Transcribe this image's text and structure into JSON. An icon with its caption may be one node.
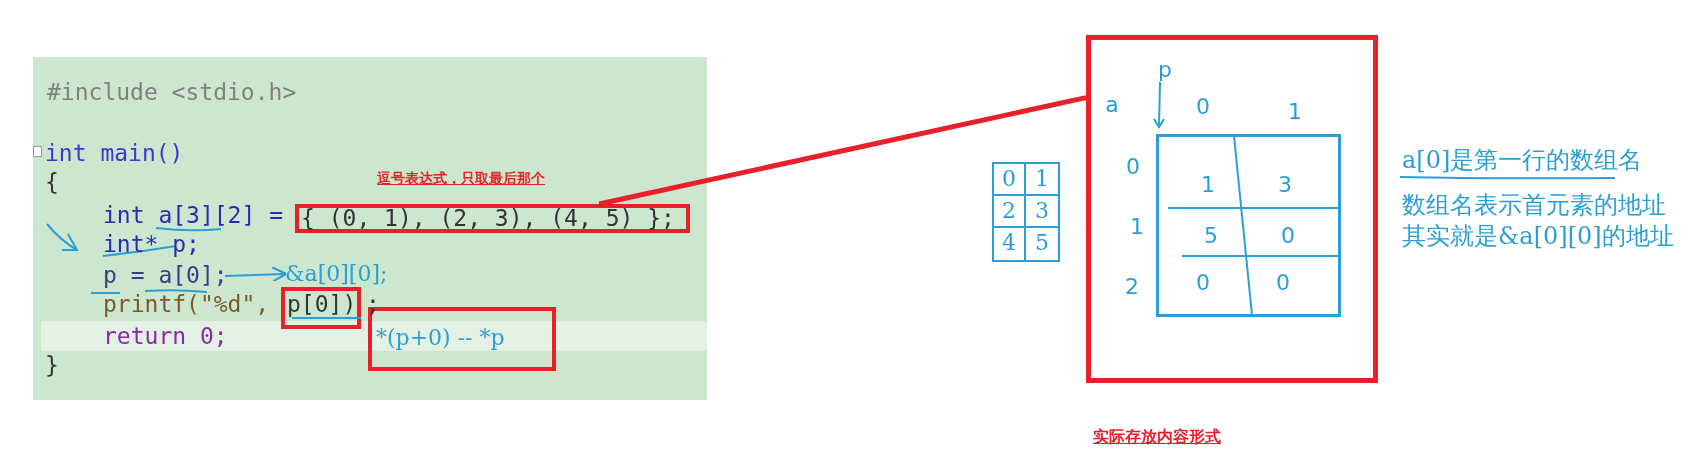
{
  "diagram": {
    "nodes": [
      {
        "text": [
          "#include <stdio.h>",
          "int main()",
          "{",
          "int a[3][2] =",
          "int* p;",
          "p = a[0];",
          "printf(\"%d\",",
          ";",
          "return 0;",
          "}"
        ]
      },
      {
        "text": [
          "{ (0, 1), (2, 3), (4, 5) };"
        ],
        "in": 0
      },
      {
        "text": [
          "p[0])"
        ],
        "in": 0
      },
      {
        "text": [
          "*(p+0) -- *p"
        ],
        "in": 0
      },
      {
        "text": [
          "逗号表达式，只取最后那个"
        ],
        "in": 0
      },
      {
        "text": [
          "&a[0][0];"
        ],
        "in": 0
      },
      {
        "text": [
          "0",
          "1",
          "2",
          "3",
          "4",
          "5"
        ]
      },
      {
        "text": [
          "p",
          "a",
          "0",
          "1",
          "0",
          "1",
          "2"
        ],
        "beside": [
          "实际存放内容形式"
        ]
      },
      {
        "text": [
          "1",
          "3",
          "5",
          "0",
          "0",
          "0"
        ],
        "in": 7
      }
    ],
    "edges": [
      {
        "from": 1,
        "to": 7,
        "arrow": "none",
        "style": "thick",
        "color": "#e8202a"
      },
      {
        "from": null,
        "to": 5,
        "arrow": "to",
        "color": "#2a9fd6"
      }
    ],
    "labels": [
      "a[0]是第一行的数组名",
      "数组名表示首元素的地址其实就是&a[0][0]的地址"
    ]
  }
}
